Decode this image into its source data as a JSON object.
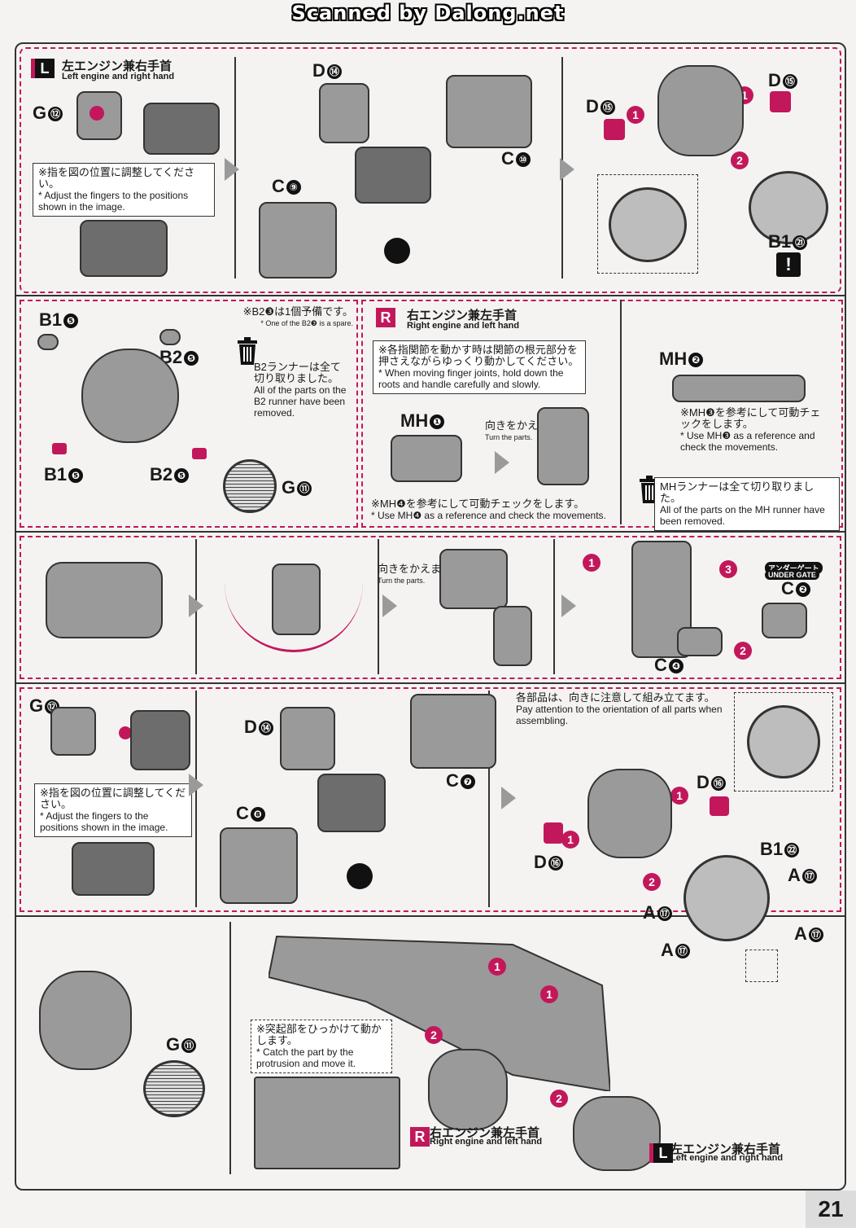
{
  "watermark": "Scanned by Dalong.net",
  "page_number": "21",
  "sections": {
    "left_engine": {
      "badge": "L",
      "title_jp": "左エンジン兼右手首",
      "title_en": "Left engine and right hand"
    },
    "right_engine": {
      "badge": "R",
      "title_jp": "右エンジン兼左手首",
      "title_en": "Right engine and left hand"
    }
  },
  "labels": {
    "g12": "G",
    "g12n": "⑫",
    "d14": "D",
    "d14n": "⑭",
    "c9": "C",
    "c9n": "⑨",
    "c10": "C",
    "c10n": "⑩",
    "d15": "D",
    "d15n": "⑮",
    "b121": "B1",
    "b121n": "㉑",
    "b15": "B1",
    "b15n": "❺",
    "b25": "B2",
    "b25n": "❺",
    "g11": "G",
    "g11n": "⑪",
    "mh1": "MH",
    "mh1n": "❶",
    "mh2": "MH",
    "mh2n": "❷",
    "c2": "C",
    "c2n": "❷",
    "c4": "C",
    "c4n": "❹",
    "c7": "C",
    "c7n": "❼",
    "c8": "C",
    "c8n": "❽",
    "d16": "D",
    "d16n": "⑯",
    "b122": "B1",
    "b122n": "㉒",
    "a17": "A",
    "a17n": "⑰",
    "under_gate_jp": "アンダーゲート",
    "under_gate_en": "UNDER GATE"
  },
  "notes": {
    "fingers_jp": "※指を図の位置に調整してください。",
    "fingers_en": "* Adjust the fingers to the positions shown in the image.",
    "spare_jp": "※B2❸は1個予備です。",
    "spare_en": "* One of the B2❸ is a spare.",
    "b2_runner_jp": "B2ランナーは全て切り取りました。",
    "b2_runner_en": "All of the parts on the B2 runner have been removed.",
    "joints_jp": "※各指関節を動かす時は関節の根元部分を押さえながらゆっくり動かしてください。",
    "joints_en": "* When moving finger joints, hold down the roots and handle carefully and slowly.",
    "turn_jp": "向きをかえます。",
    "turn_en": "Turn the parts.",
    "mh4_jp": "※MH❹を参考にして可動チェックをします。",
    "mh4_en": "* Use MH❹ as a reference and check the movements.",
    "mh3_jp": "※MH❸を参考にして可動チェックをします。",
    "mh3_en": "* Use MH❸ as a reference and check the movements.",
    "mh_runner_jp": "MHランナーは全て切り取りました。",
    "mh_runner_en": "All of the parts on the MH runner have been removed.",
    "orientation_jp": "各部品は、向きに注意して組み立てます。",
    "orientation_en": "Pay attention to the orientation of all parts when assembling.",
    "catch_jp": "※突起部をひっかけて動かします。",
    "catch_en": "* Catch the part by the protrusion and move it."
  },
  "steps": {
    "one": "1",
    "two": "2",
    "three": "3"
  },
  "icons": {
    "warning": "!",
    "trash": "trash-icon"
  },
  "colors": {
    "accent": "#c2185b",
    "outline": "#333333"
  }
}
